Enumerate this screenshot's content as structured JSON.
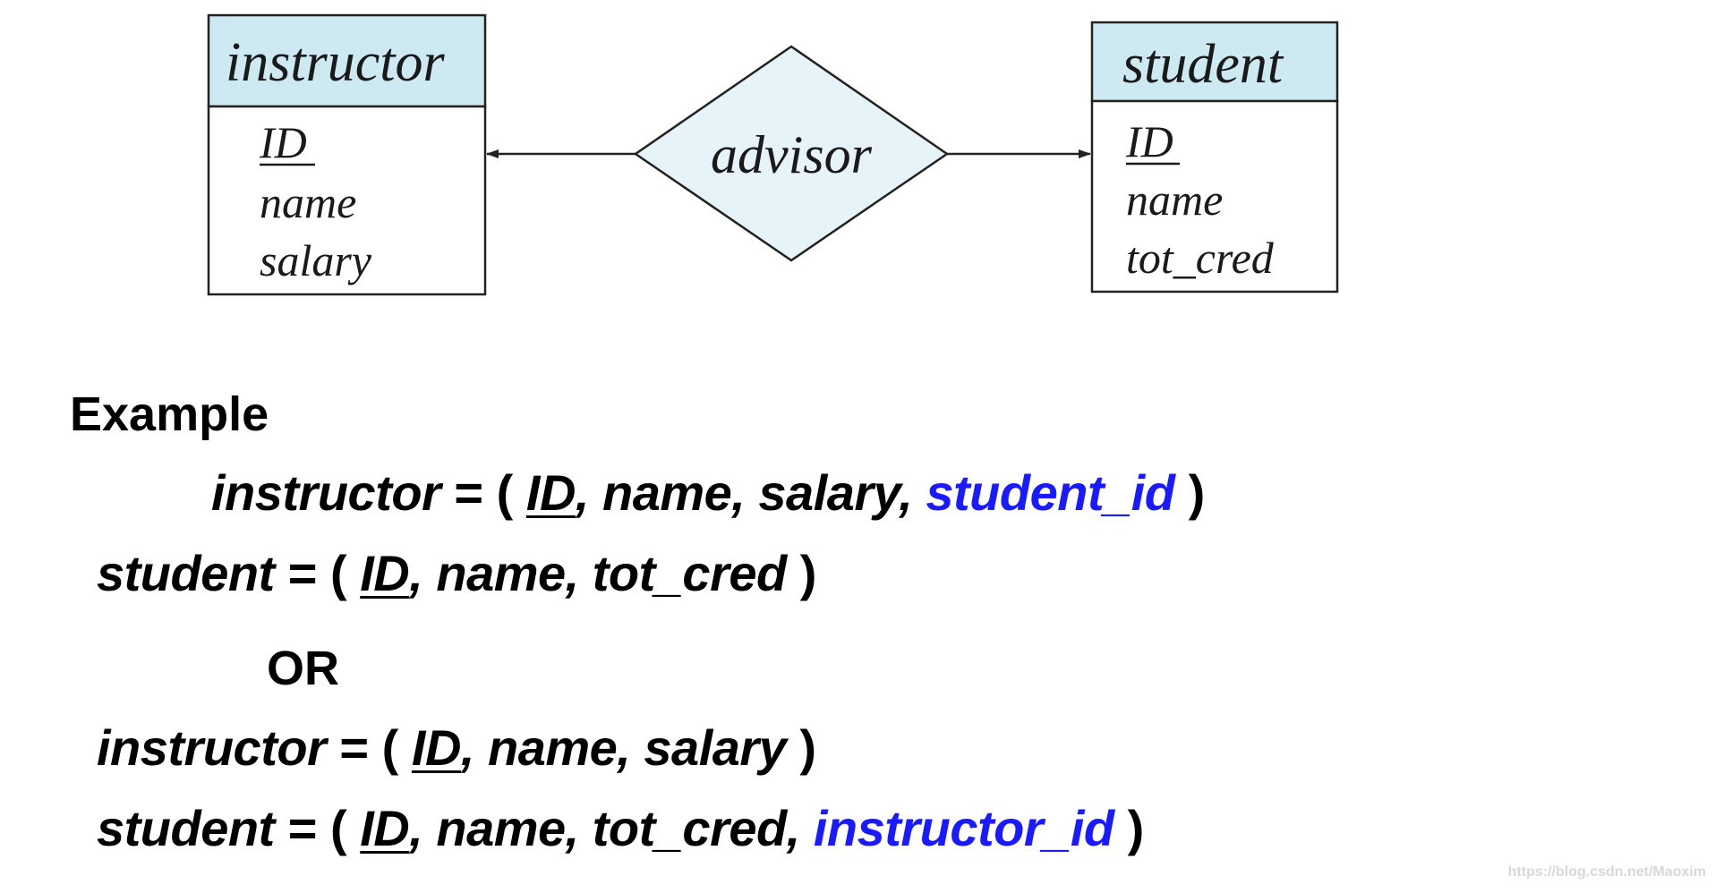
{
  "diagram": {
    "entities": [
      {
        "key": "instructor",
        "title": "instructor",
        "attributes": [
          {
            "text": "ID",
            "primary_key": true
          },
          {
            "text": "name",
            "primary_key": false
          },
          {
            "text": "salary",
            "primary_key": false
          }
        ]
      },
      {
        "key": "student",
        "title": "student",
        "attributes": [
          {
            "text": "ID",
            "primary_key": true
          },
          {
            "text": "name",
            "primary_key": false
          },
          {
            "text": "tot_cred",
            "primary_key": false
          }
        ]
      }
    ],
    "relationship": {
      "label": "advisor",
      "connects": [
        "instructor",
        "student"
      ],
      "cardinality": "one-to-one"
    },
    "colors": {
      "header_fill": "#cde9f2",
      "diamond_fill": "#e6f3f9",
      "stroke": "#222222",
      "highlight": "#1a1aff"
    }
  },
  "text": {
    "example_heading": "Example",
    "or_label": "OR",
    "lhs_instructor": "instructor",
    "lhs_student": "student",
    "eq_open": " = ( ",
    "id": "ID",
    "name_salary_sep": ", name, salary, ",
    "name_salary_end": ", name, salary",
    "name_totcred_end": ", name, tot_cred",
    "name_totcred_sep": ", name, tot_cred, ",
    "student_id": "student_id",
    "instructor_id": "instructor_id",
    "close_space": " )",
    "close": " )"
  },
  "watermark": "https://blog.csdn.net/Maoxim"
}
